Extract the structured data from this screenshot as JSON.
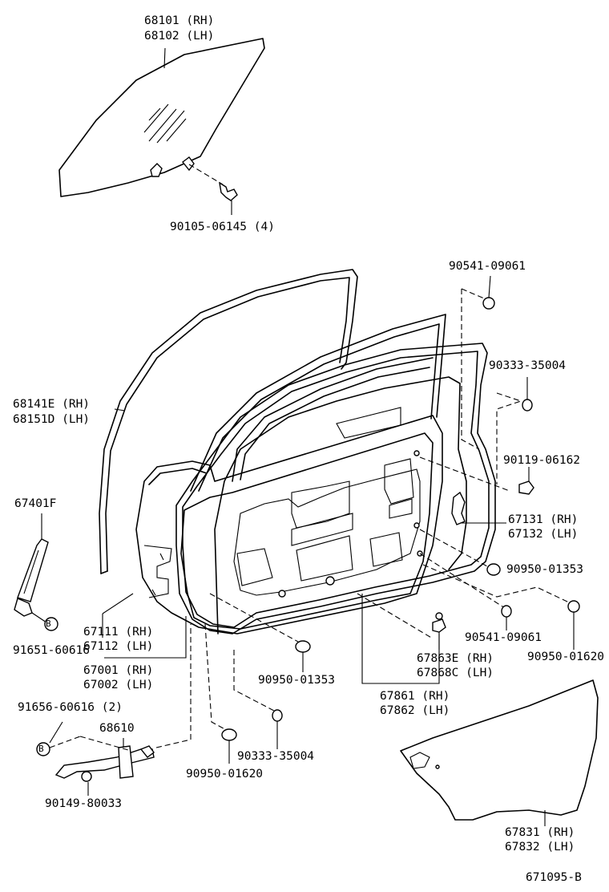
{
  "parts": {
    "glass_rh": "68101 (RH)",
    "glass_lh": "68102 (LH)",
    "glass_bolt": "90105-06145 (4)",
    "clip_top": "90541-09061",
    "plug_upper": "90333-35004",
    "weatherstrip_rh": "68141E (RH)",
    "weatherstrip_lh": "68151D (LH)",
    "screw_striker": "90119-06162",
    "run_channel": "67401F",
    "striker_rh": "67131 (RH)",
    "striker_lh": "67132 (LH)",
    "plug_right_a": "90950-01353",
    "panel_rh": "67111 (RH)",
    "panel_lh": "67112 (LH)",
    "door_rh": "67001 (RH)",
    "door_lh": "67002 (LH)",
    "clip_mid": "90541-09061",
    "plug_far_right": "90950-01620",
    "bolt_channel": "91651-60616",
    "plug_bottom_a": "90950-01353",
    "bracket_e_rh": "67863E (RH)",
    "bracket_c_lh": "67868C (LH)",
    "bolt_check": "91656-60616 (2)",
    "check_assy": "68610",
    "plug_lower": "90333-35004",
    "plug_bottom_b": "90950-01620",
    "weather_lower_rh": "67861 (RH)",
    "weather_lower_lh": "67862 (LH)",
    "check_bolt": "90149-80033",
    "service_hole_rh": "67831 (RH)",
    "service_hole_lh": "67832 (LH)",
    "diagram_code": "671095-B"
  },
  "markers": {
    "b_letter": "B"
  }
}
